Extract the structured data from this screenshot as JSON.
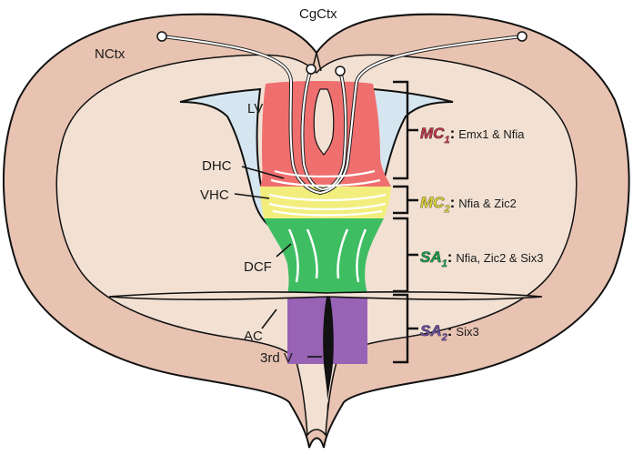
{
  "labels": {
    "cgctx": "CgCtx",
    "nctx": "NCtx",
    "lv": "LV",
    "dhc": "DHC",
    "vhc": "VHC",
    "dcf": "DCF",
    "ac": "AC",
    "third_v": "3rd V"
  },
  "zones": [
    {
      "abbr": "MC",
      "sub": "1",
      "genes": "Emx1 & Nfia",
      "color": "#b83a4b"
    },
    {
      "abbr": "MC",
      "sub": "2",
      "genes": "Nfia & Zic2",
      "color": "#d8cf3a"
    },
    {
      "abbr": "SA",
      "sub": "1",
      "genes": "Nfia, Zic2 & Six3",
      "color": "#1f9a4a"
    },
    {
      "abbr": "SA",
      "sub": "2",
      "genes": "Six3",
      "color": "#6a4d9a"
    }
  ],
  "colors": {
    "outer_cortex": "#e8c3b2",
    "inner_tissue": "#f2e1d3",
    "ventricle": "#d6e6f0",
    "mc1_fill": "#ef6f6f",
    "mc2_fill": "#f2ee7e",
    "sa1_fill": "#3fbd63",
    "sa2_fill": "#9862b5",
    "outline": "#111111"
  }
}
